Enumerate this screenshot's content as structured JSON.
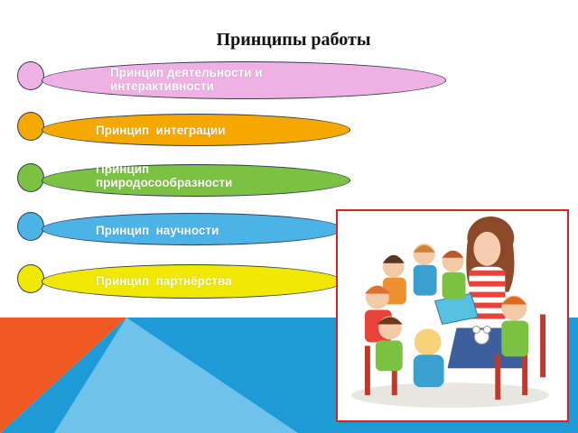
{
  "title": "Принципы работы",
  "principles": [
    {
      "label": "Принцип деятельности и интерактивности",
      "color": "#efb1e4"
    },
    {
      "label": "Принцип  интеграции",
      "color": "#f5a800"
    },
    {
      "label": "Принцип природосообразности",
      "color": "#7cc242"
    },
    {
      "label": "Принцип  научности",
      "color": "#4cb3e6"
    },
    {
      "label": "Принцип  партнёрства",
      "color": "#f0e800"
    }
  ],
  "picture": {
    "description_icon": "teacher-reading-to-children-illustration"
  },
  "colors": {
    "accent_orange": "#f05a22",
    "accent_blue": "#1e9bd7",
    "frame_red": "#e02020"
  }
}
